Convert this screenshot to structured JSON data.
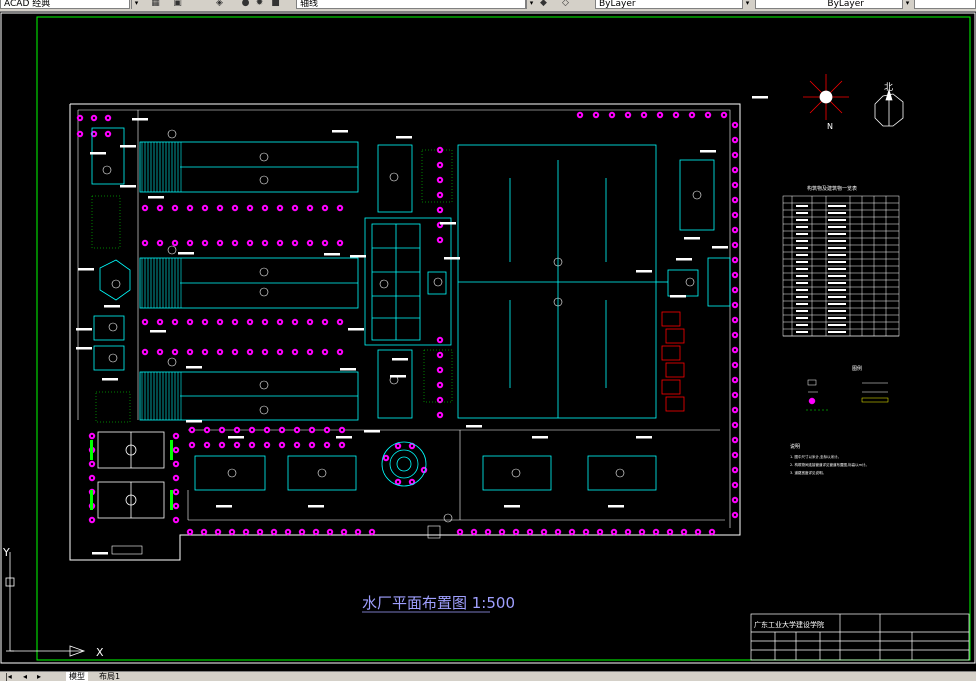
{
  "toolbar": {
    "workspace_text": "ACAD 经典",
    "linetype_text": "ByLayer",
    "lineweight_text": "ByLayer",
    "layer_text": "轴线"
  },
  "drawing": {
    "title": "水厂平面布置图 1:500",
    "school_name": "广东工业大学建设学院",
    "north_label": "N",
    "north_char": "北",
    "table_title": "构筑物及建筑物一览表",
    "legend_title": "图例",
    "notes_title": "说明",
    "notes": [
      "1. 图中尺寸以米计,坐标以米计。",
      "2. 构筑物间连接管道详见管道布置图,标高以m计。",
      "3. 道路宽度详见说明。"
    ],
    "ucs_x": "X",
    "ucs_y": "Y"
  },
  "tabs": {
    "model": "模型",
    "layout": "布局1"
  },
  "colors": {
    "background": "#000000",
    "frame": "#00ff00",
    "structure": "#00ffff",
    "tree": "#ff00ff",
    "label": "#ffffff",
    "parking": "#ff0000",
    "title": "#a0a0ff"
  }
}
